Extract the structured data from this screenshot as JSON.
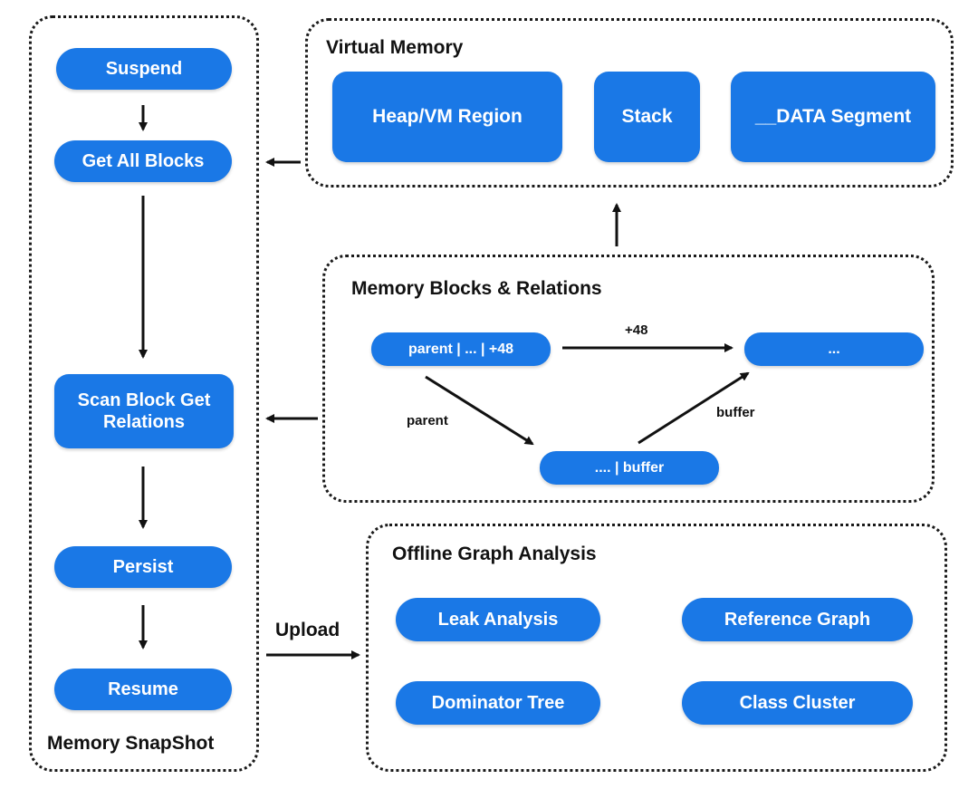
{
  "colors": {
    "node_fill": "#1a78e6",
    "node_text": "#ffffff",
    "border": "#1a1a1a"
  },
  "snapshot": {
    "title": "Memory SnapShot",
    "steps": {
      "suspend": "Suspend",
      "get_all_blocks": "Get All Blocks",
      "scan": "Scan Block Get Relations",
      "persist": "Persist",
      "resume": "Resume"
    }
  },
  "virtual_memory": {
    "title": "Virtual Memory",
    "regions": {
      "heap": "Heap/VM Region",
      "stack": "Stack",
      "data": "__DATA Segment"
    }
  },
  "relations": {
    "title": "Memory Blocks & Relations",
    "nodes": {
      "parent": "parent | ... | +48",
      "target": "...",
      "buffer": ".... | buffer"
    },
    "edges": {
      "plus48": "+48",
      "parent": "parent",
      "buffer": "buffer"
    }
  },
  "offline": {
    "title": "Offline Graph Analysis",
    "items": {
      "leak": "Leak Analysis",
      "reference": "Reference Graph",
      "dominator": "Dominator Tree",
      "cluster": "Class Cluster"
    }
  },
  "upload_label": "Upload"
}
